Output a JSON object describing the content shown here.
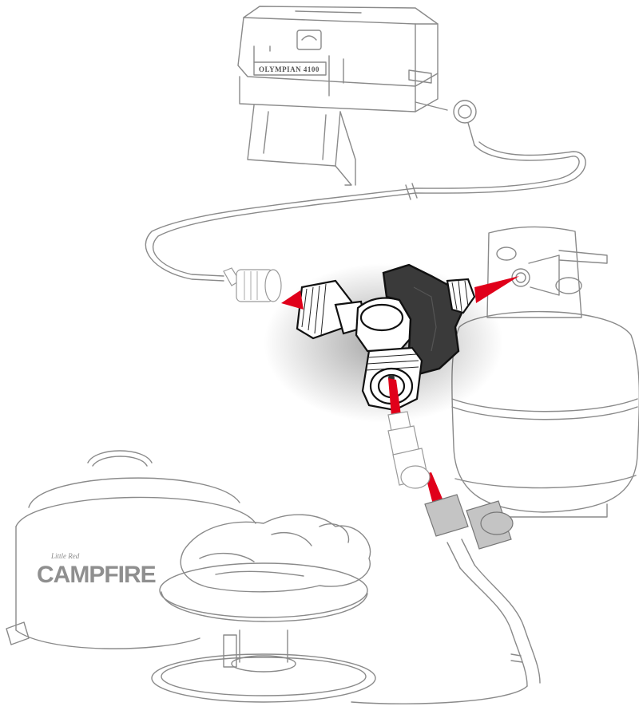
{
  "diagram": {
    "title": "Propane tee adapter connection diagram",
    "components": {
      "grill": {
        "label": "OLYMPIAN 4100",
        "position": "top-center"
      },
      "tee_adapter": {
        "name": "Propane tee with shutoff knob",
        "position": "center",
        "highlighted": true
      },
      "propane_tank": {
        "name": "Propane cylinder",
        "position": "right"
      },
      "fire_pit": {
        "name": "Portable campfire pit",
        "position": "bottom-center"
      },
      "storage_case": {
        "brand_small": "Little Red",
        "brand_big": "CAMPFIRE",
        "position": "bottom-left"
      },
      "regulator": {
        "name": "Regulator and hose",
        "position": "bottom-right"
      }
    },
    "connection_arrows": [
      {
        "from": "tee_adapter",
        "to": "grill_hose",
        "direction": "left"
      },
      {
        "from": "tee_adapter",
        "to": "propane_tank_valve",
        "direction": "right"
      },
      {
        "from": "tee_adapter",
        "to": "extension_fitting",
        "direction": "down"
      },
      {
        "from": "extension_fitting",
        "to": "regulator",
        "direction": "down"
      }
    ],
    "colors": {
      "arrow": "#e0001a",
      "outline": "#8a8a8a",
      "highlight_outline": "#111111",
      "knob": "#3a3a3a",
      "background": "#ffffff"
    }
  }
}
